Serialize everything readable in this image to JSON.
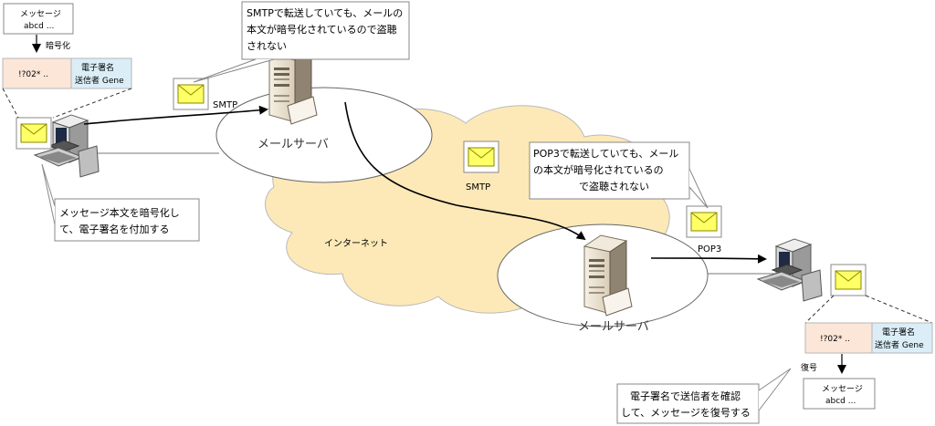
{
  "colors": {
    "cloud_fill": "#fde9b8",
    "cloud_stroke": "#b9b9b9",
    "envelope_fill": "#ffff66",
    "encrypted_fill": "#fbe6d8",
    "signature_fill": "#dbeef7",
    "server_body": "#efe6d6",
    "server_shadow": "#8a7f6c"
  },
  "sender": {
    "message_label": "メッセージ",
    "message_body": "abcd ...",
    "encrypt_label": "暗号化",
    "encrypted_text": "!?02* ..",
    "signature_line1": "電子署名",
    "signature_line2": "送信者 Gene",
    "callout_line1": "メッセージ本文を暗号化し",
    "callout_line2": "て、電子署名を付加する"
  },
  "smtp_server": {
    "label": "メールサーバ",
    "protocol_label": "SMTP",
    "callout_line1": "SMTPで転送していても、メールの",
    "callout_line2": "本文が暗号化されているので盗聴",
    "callout_line3": "されない"
  },
  "internet": {
    "label": "インターネット",
    "protocol_label": "SMTP"
  },
  "pop3_server": {
    "label": "メールサーバ",
    "protocol_label": "POP3",
    "callout_line1": "POP3で転送していても、メール",
    "callout_line2": "の本文が暗号化されているの",
    "callout_line3": "で盗聴されない"
  },
  "receiver": {
    "encrypted_text": "!?02* ..",
    "signature_line1": "電子署名",
    "signature_line2": "送信者 Gene",
    "decrypt_label": "復号",
    "message_label": "メッセージ",
    "message_body": "abcd ...",
    "callout_line1": "電子署名で送信者を確認",
    "callout_line2": "して、メッセージを復号する"
  }
}
